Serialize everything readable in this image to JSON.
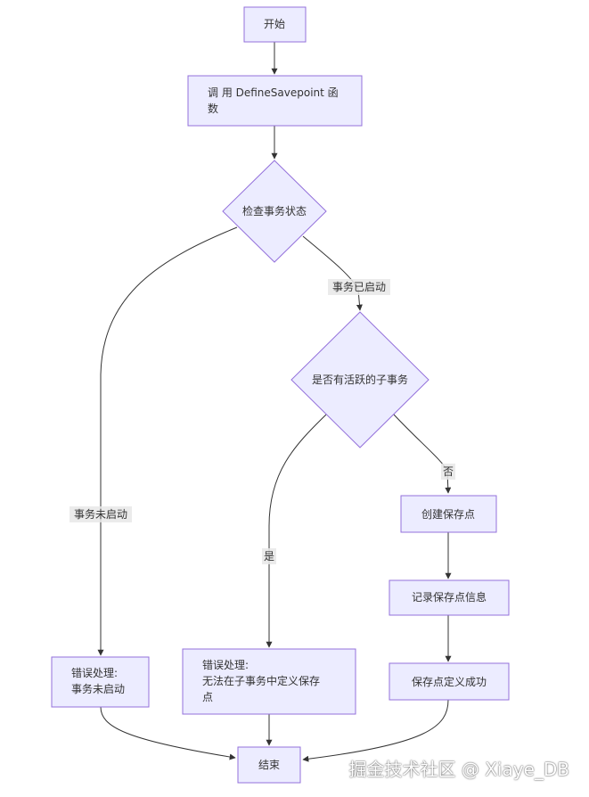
{
  "nodes": {
    "start": "开始",
    "call_define_line1": "调 用 DefineSavepoint 函",
    "call_define_line2": "数",
    "check_tx_state": "检查事务状态",
    "has_active_subtx": "是否有活跃的子事务",
    "create_savepoint": "创建保存点",
    "record_savepoint": "记录保存点信息",
    "savepoint_success": "保存点定义成功",
    "error_not_started_line1": "错误处理:",
    "error_not_started_line2": "事务未启动",
    "error_subtx_line1": "错误处理:",
    "error_subtx_line2": "无法在子事务中定义保存",
    "error_subtx_line3": "点",
    "end": "结束"
  },
  "edge_labels": {
    "tx_started": "事务已启动",
    "tx_not_started": "事务未启动",
    "yes": "是",
    "no": "否"
  },
  "watermark": "掘金技术社区 @ Xiaye_DB",
  "colors": {
    "node_fill": "#ECECFF",
    "node_stroke": "#9370DB",
    "edge": "#333333",
    "text": "#333333"
  }
}
